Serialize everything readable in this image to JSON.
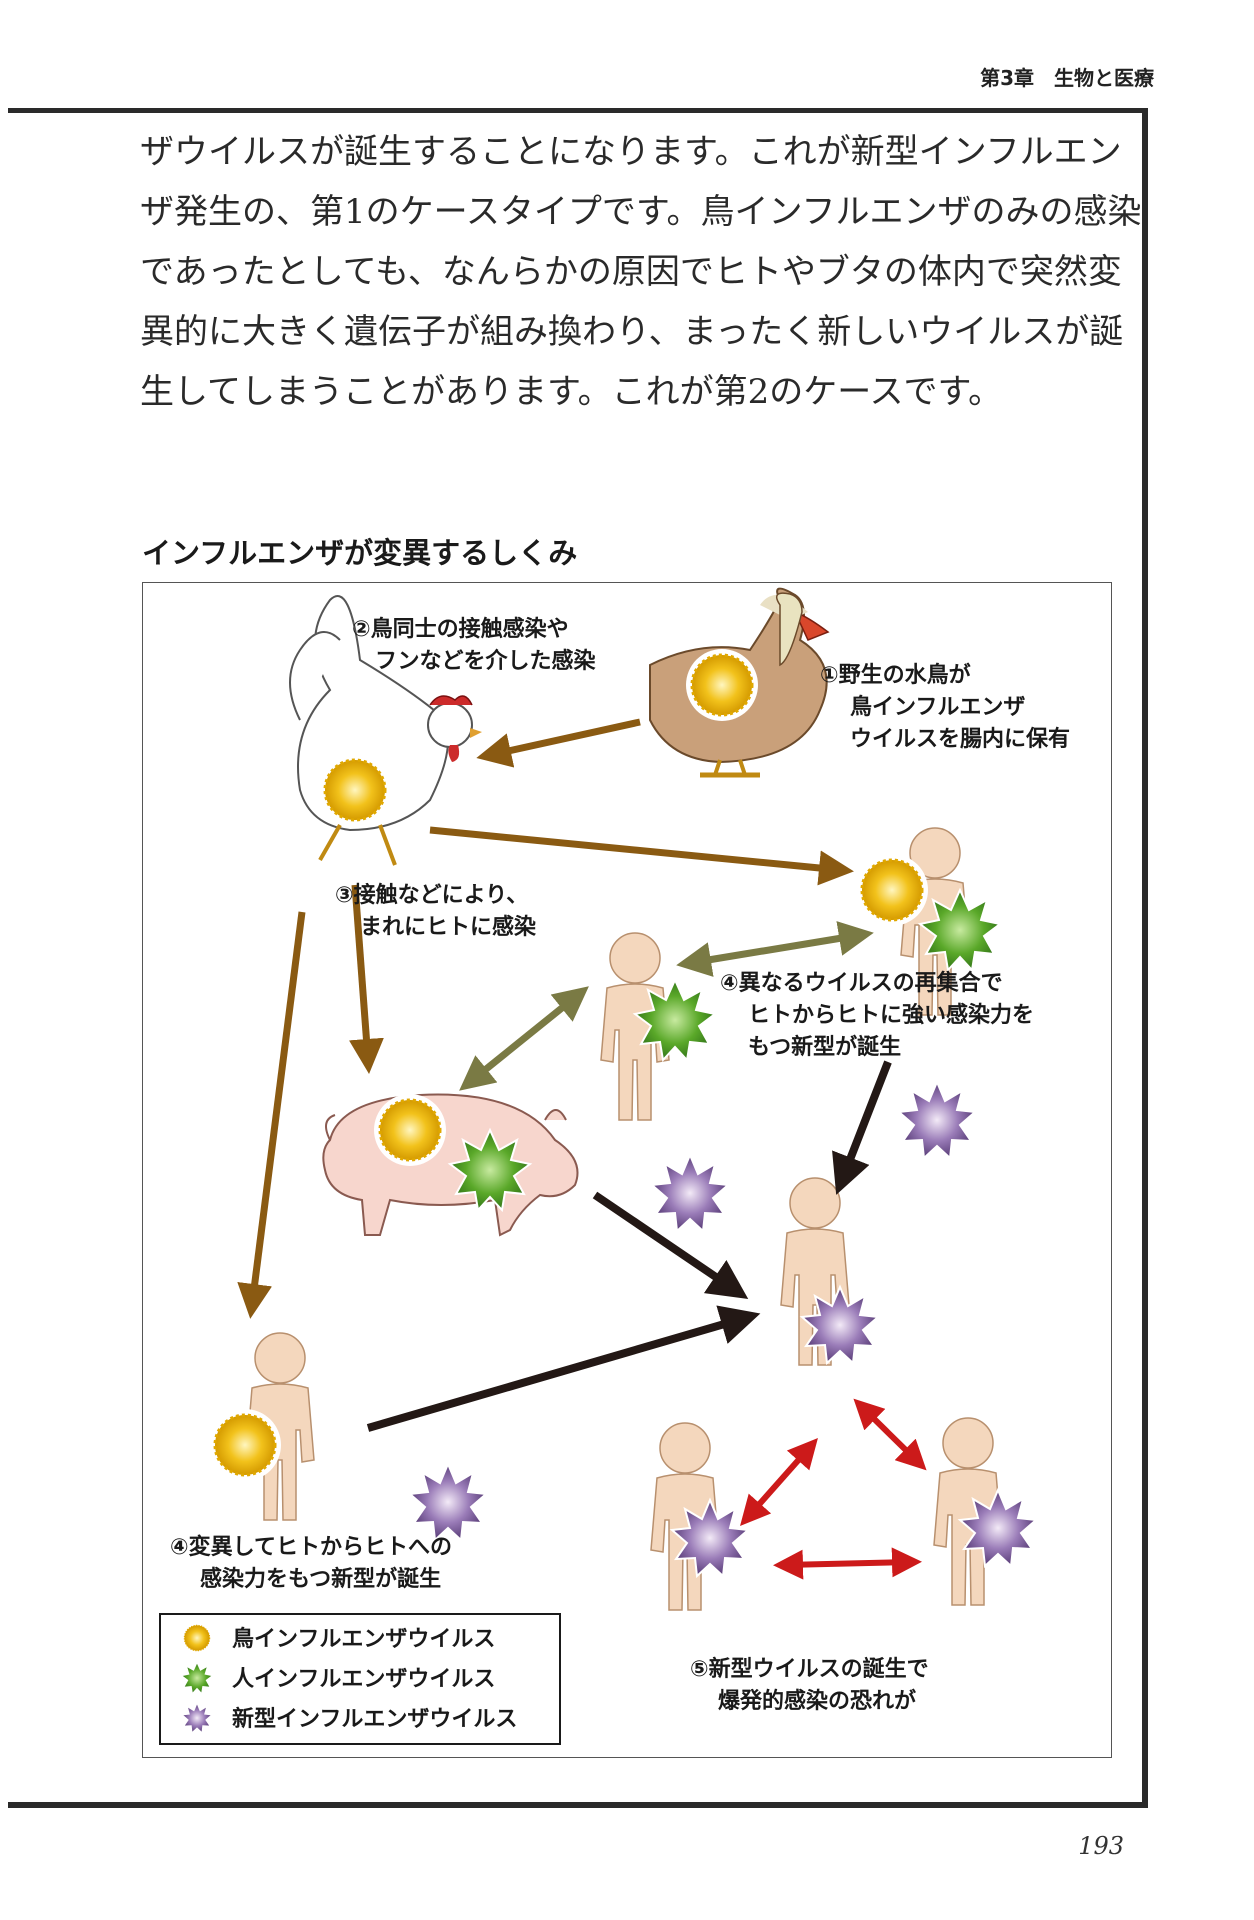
{
  "header": {
    "chapter": "第3章　生物と医療"
  },
  "body_lines": [
    "ザウイルスが誕生することになります。これが新型インフルエン",
    "ザ発生の、第1のケースタイプです。鳥インフルエンザのみの感染",
    "であったとしても、なんらかの原因でヒトやブタの体内で突然変",
    "異的に大きく遺伝子が組み換わり、まったく新しいウイルスが誕",
    "生してしまうことがあります。これが第2のケースです。"
  ],
  "figure": {
    "title": "インフルエンザが変異するしくみ",
    "labels": {
      "l1a": "①野生の水鳥が",
      "l1b": "鳥インフルエンザ",
      "l1c": "ウイルスを腸内に保有",
      "l2a": "②鳥同士の接触感染や",
      "l2b": "フンなどを介した感染",
      "l3a": "③接触などにより、",
      "l3b": "まれにヒトに感染",
      "l4a": "④異なるウイルスの再集合で",
      "l4b": "ヒトからヒトに強い感染力を",
      "l4c": "もつ新型が誕生",
      "l4d": "④変異してヒトからヒトへの",
      "l4e": "感染力をもつ新型が誕生",
      "l5a": "⑤新型ウイルスの誕生で",
      "l5b": "爆発的感染の恐れが"
    },
    "legend": {
      "bird": "鳥インフルエンザウイルス",
      "human": "人インフルエンザウイルス",
      "new": "新型インフルエンザウイルス"
    },
    "colors": {
      "bird_virus": "#f2c21b",
      "human_virus": "#5aa829",
      "new_virus": "#8a6aa8",
      "arrow_brown": "#8a5a12",
      "arrow_olive": "#7a7a44",
      "arrow_black": "#231815",
      "arrow_red": "#cc1a1a",
      "person": "#f4d7bd"
    }
  },
  "page_number": "193"
}
